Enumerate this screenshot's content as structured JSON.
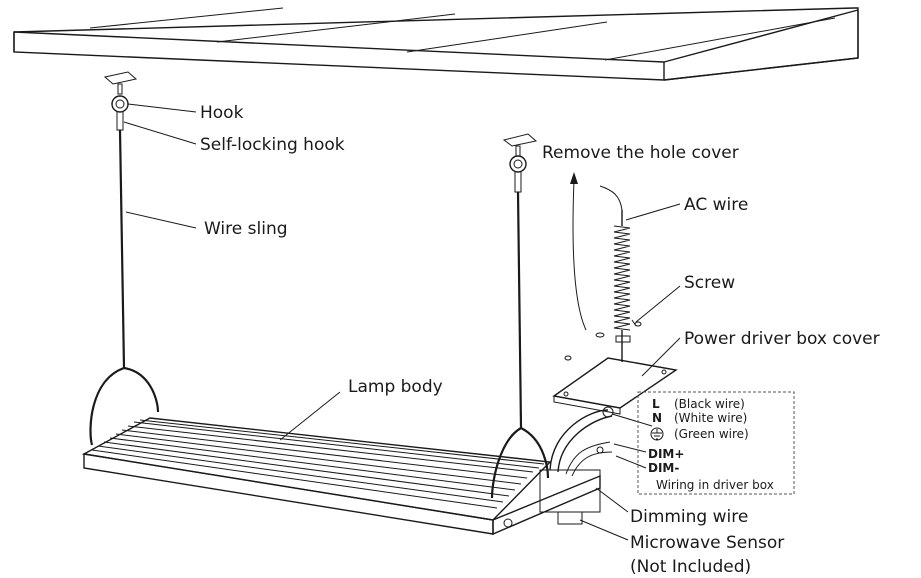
{
  "labels": {
    "hook": "Hook",
    "self_locking_hook": "Self-locking hook",
    "wire_sling": "Wire sling",
    "lamp_body": "Lamp body",
    "remove_hole_cover": "Remove the hole cover",
    "ac_wire": "AC wire",
    "screw": "Screw",
    "power_driver_box_cover": "Power driver box cover",
    "dimming_wire": "Dimming wire",
    "microwave_sensor": "Microwave Sensor",
    "not_included": "(Not Included)"
  },
  "wiring_box": {
    "l": "L",
    "l_desc": "(Black wire)",
    "n": "N",
    "n_desc": "(White wire)",
    "g_desc": "(Green wire)",
    "dim_plus": "DIM+",
    "dim_minus": "DIM-",
    "title": "Wiring in driver box"
  },
  "icons": {
    "ground": "ground-icon"
  }
}
